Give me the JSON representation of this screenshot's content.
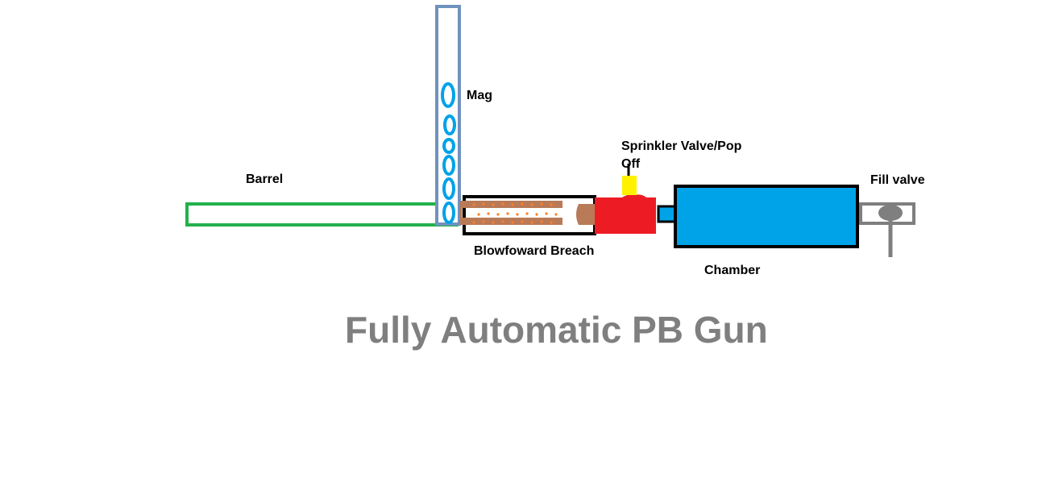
{
  "labels": {
    "mag": "Mag",
    "barrel": "Barrel",
    "sprinkler": "Sprinkler Valve/Pop Off",
    "fill_valve": "Fill valve",
    "breach": "Blowfoward Breach",
    "chamber": "Chamber"
  },
  "title": "Fully Automatic PB Gun",
  "colors": {
    "barrel": "#22b14c",
    "mag": "#7092be",
    "paintball": "#00a2e8",
    "breach_housing": "#000000",
    "bolt": "#b97a57",
    "spring_dots": "#ff7f27",
    "sprinkler_valve": "#ed1c24",
    "popoff": "#fff200",
    "chamber": "#00a2e8",
    "fill_valve": "#7f7f7f",
    "title": "#7f7f7f"
  },
  "magazine_ball_count": 6
}
